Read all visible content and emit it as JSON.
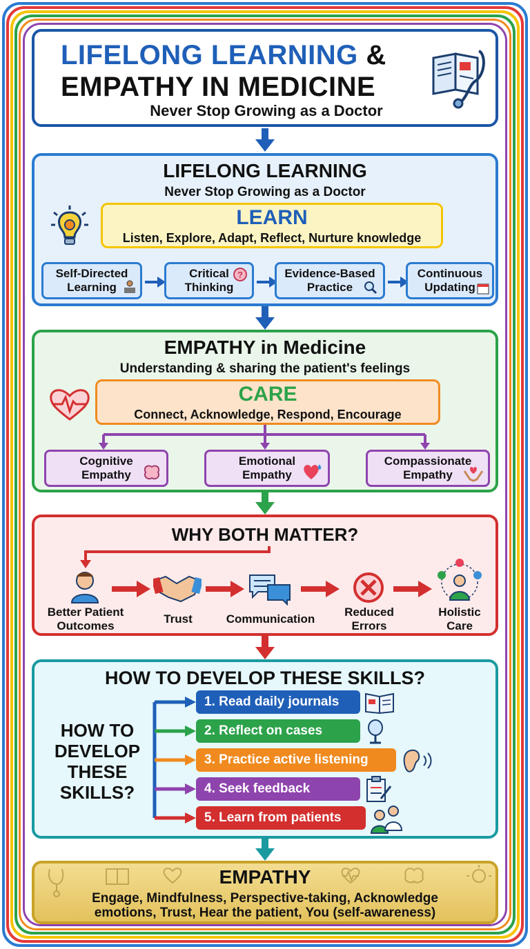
{
  "title": {
    "line1_blue": "LIFELONG LEARNING",
    "line1_amp": " &",
    "line2": "EMPATHY IN MEDICINE",
    "subtitle": "Never Stop Growing as a Doctor",
    "icon": "book-stethoscope-icon"
  },
  "learning": {
    "title": "LIFELONG LEARNING",
    "subtitle": "Never Stop Growing as a Doctor",
    "icon": "lightbulb-gear-icon",
    "acronym": "LEARN",
    "acronym_expansion": "Listen, Explore, Adapt, Reflect, Nurture knowledge",
    "steps": [
      {
        "line1": "Self-Directed",
        "line2": "Learning",
        "icon": "student-laptop-icon"
      },
      {
        "line1": "Critical",
        "line2": "Thinking",
        "icon": "head-question-icon"
      },
      {
        "line1": "Evidence-Based",
        "line2": "Practice",
        "icon": "magnifier-icon"
      },
      {
        "line1": "Continuous",
        "line2": "Updating",
        "icon": "calendar-icon"
      }
    ]
  },
  "empathy": {
    "title": "EMPATHY in Medicine",
    "subtitle": "Understanding & sharing the patient's feelings",
    "icon": "heartbeat-icon",
    "acronym": "CARE",
    "acronym_expansion": "Connect, Acknowledge, Respond, Encourage",
    "types": [
      {
        "line1": "Cognitive",
        "line2": "Empathy",
        "icon": "brain-icon"
      },
      {
        "line1": "Emotional",
        "line2": "Empathy",
        "icon": "heart-drop-icon"
      },
      {
        "line1": "Compassionate",
        "line2": "Empathy",
        "icon": "hands-heart-icon"
      }
    ]
  },
  "why": {
    "title": "WHY BOTH MATTER?",
    "outcomes": [
      {
        "line1": "Better Patient",
        "line2": "Outcomes",
        "icon": "patient-icon"
      },
      {
        "line1": "Trust",
        "line2": "",
        "icon": "handshake-icon"
      },
      {
        "line1": "Communication",
        "line2": "",
        "icon": "speech-bubbles-icon"
      },
      {
        "line1": "Reduced",
        "line2": "Errors",
        "icon": "cross-circle-icon"
      },
      {
        "line1": "Holistic",
        "line2": "Care",
        "icon": "holistic-person-icon"
      }
    ]
  },
  "develop": {
    "title": "HOW TO DEVELOP THESE SKILLS?",
    "side_label": [
      "HOW TO",
      "DEVELOP",
      "THESE",
      "SKILLS?"
    ],
    "steps": [
      {
        "label": "1. Read daily journals",
        "color": "#1f5fb8",
        "icon": "open-book-icon"
      },
      {
        "label": "2. Reflect on cases",
        "color": "#2ca24a",
        "icon": "mirror-icon"
      },
      {
        "label": "3. Practice active listening",
        "color": "#f08a1f",
        "icon": "ear-icon"
      },
      {
        "label": "4. Seek feedback",
        "color": "#8e44ad",
        "icon": "clipboard-icon"
      },
      {
        "label": "5. Learn from patients",
        "color": "#d32f2f",
        "icon": "doctor-patient-icon"
      }
    ]
  },
  "footer": {
    "title": "EMPATHY",
    "line1": "Engage, Mindfulness, Perspective-taking, Acknowledge",
    "line2": "emotions, Trust, Hear the patient, You (self-awareness)"
  },
  "colors": {
    "blue": "#2b7bd0",
    "green": "#2ca24a",
    "red": "#d32f2f",
    "teal": "#1a9aa0",
    "gold": "#c9a227",
    "purple": "#8e44ad",
    "orange": "#f08a1f"
  }
}
